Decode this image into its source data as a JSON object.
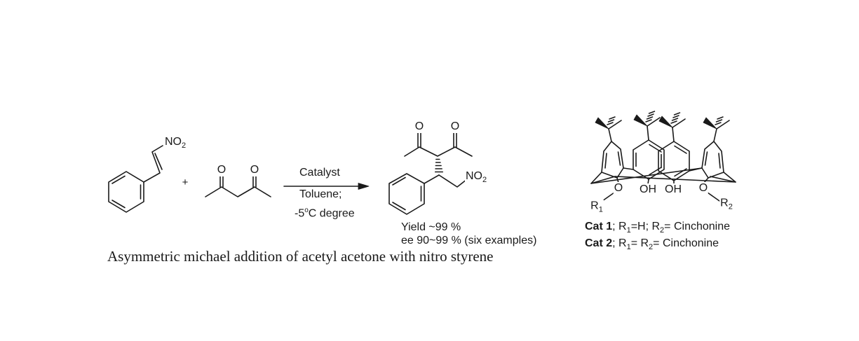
{
  "colors": {
    "ink": "#1a1a1a",
    "background": "#ffffff"
  },
  "scheme": {
    "reactant_nitrostyrene": {
      "no2": "NO",
      "no2_sub": "2"
    },
    "plus": "+",
    "reactant_acetylacetone": {
      "o_left": "O",
      "o_right": "O"
    },
    "arrow": {
      "line1": "Catalyst",
      "line2": "Toluene;",
      "temp_pre": "-5",
      "temp_sup": "o",
      "temp_post": "C degree"
    },
    "product": {
      "o_left": "O",
      "o_right": "O",
      "no2": "NO",
      "no2_sub": "2",
      "yield": "Yield ~99 %",
      "ee": "ee 90~99 % (six examples)"
    },
    "catalyst": {
      "o_left": "O",
      "oh_left": "OH",
      "oh_right": "OH",
      "o_right": "O",
      "r1": "R",
      "r1_sub": "1",
      "r2": "R",
      "r2_sub": "2",
      "cat1": {
        "name": "Cat 1",
        "sep1": "; R",
        "sub1": "1",
        "mid": "=H; R",
        "sub2": "2",
        "end": "= Cinchonine"
      },
      "cat2": {
        "name": "Cat 2",
        "sep1": "; R",
        "sub1": "1",
        "mid": "= R",
        "sub2": "2",
        "end": "= Cinchonine"
      }
    },
    "caption": "Asymmetric michael addition of acetyl acetone with nitro styrene"
  }
}
